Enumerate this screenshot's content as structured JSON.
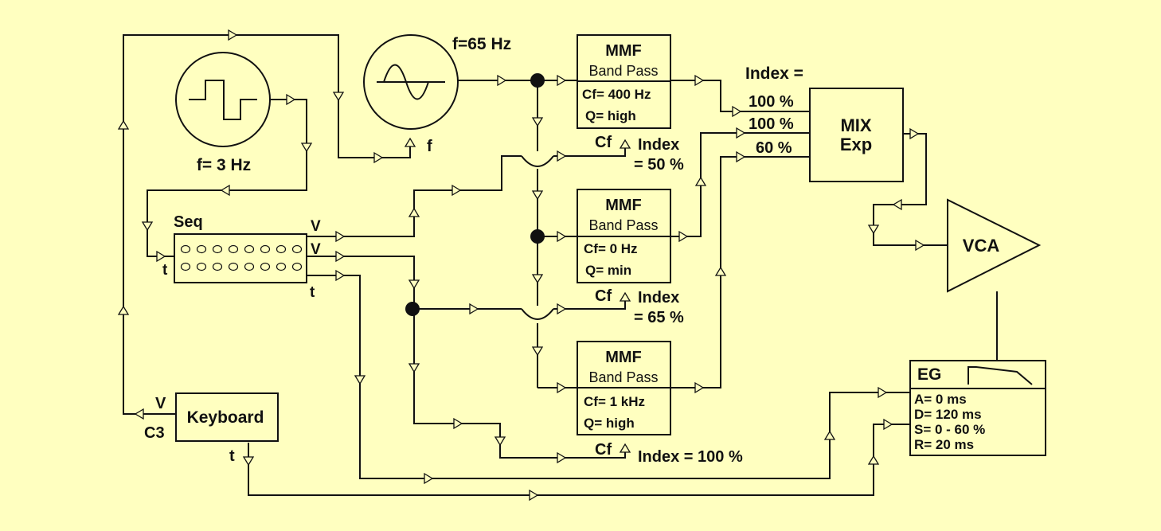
{
  "lfo": {
    "freq_label": "f= 3 Hz"
  },
  "vco": {
    "freq_label": "f=65 Hz",
    "f_port": "f"
  },
  "filters": [
    {
      "title": "MMF",
      "mode": "Band Pass",
      "cf": "Cf= 400 Hz",
      "q": "Q= high",
      "cf_port": "Cf",
      "index_line1": "Index",
      "index_line2": "= 50 %"
    },
    {
      "title": "MMF",
      "mode": "Band Pass",
      "cf": "Cf=  0 Hz",
      "q": "Q= min",
      "cf_port": "Cf",
      "index_line1": "Index",
      "index_line2": "= 65 %"
    },
    {
      "title": "MMF",
      "mode": "Band Pass",
      "cf": "Cf= 1 kHz",
      "q": "Q=  high",
      "cf_port": "Cf",
      "index_line1": "Index = 100 %",
      "index_line2": ""
    }
  ],
  "mixer": {
    "index_header": "Index =",
    "inputs": [
      "100 %",
      "100 %",
      "60 %"
    ],
    "title_line1": "MIX",
    "title_line2": "Exp"
  },
  "sequencer": {
    "title": "Seq",
    "out_v1": "V",
    "out_v2": "V",
    "out_t": "t",
    "in_t": "t"
  },
  "keyboard": {
    "title": "Keyboard",
    "port_v": "V",
    "port_c3": "C3",
    "port_t": "t"
  },
  "vca": {
    "title": "VCA"
  },
  "eg": {
    "title": "EG",
    "params": [
      "A=  0 ms",
      "D=  120 ms",
      "S=  0 - 60 %",
      "R=  20 ms"
    ]
  }
}
